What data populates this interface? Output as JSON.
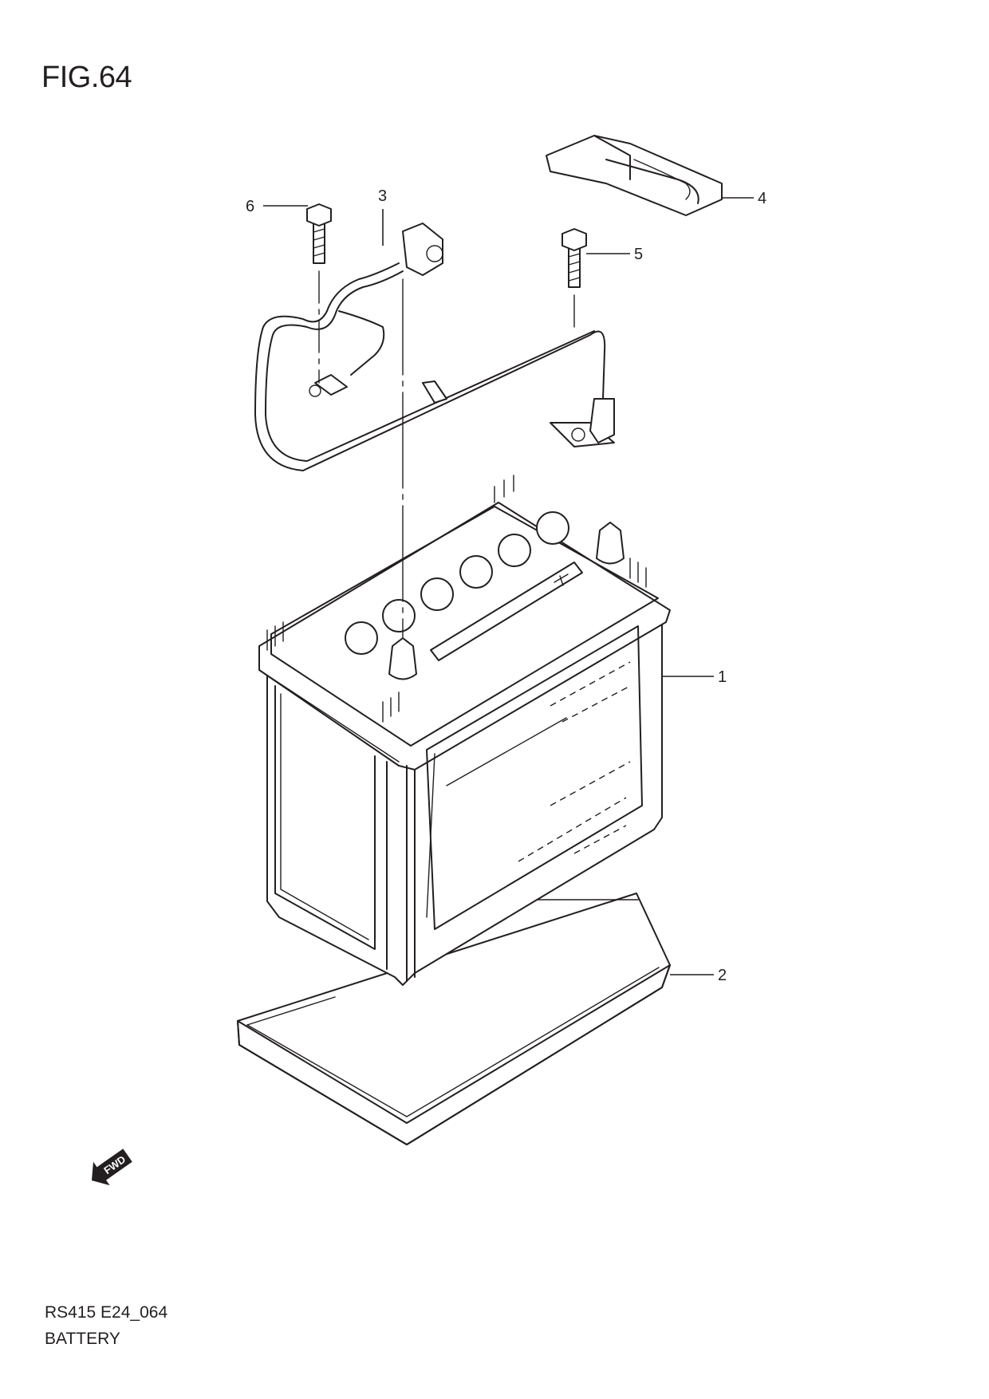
{
  "figure": {
    "title": "FIG.64"
  },
  "footer": {
    "model_code": "RS415 E24_064",
    "section": "BATTERY"
  },
  "callouts": [
    {
      "id": "battery",
      "ref": "1",
      "part": "battery"
    },
    {
      "id": "tray",
      "ref": "2",
      "part": "battery tray"
    },
    {
      "id": "cable",
      "ref": "3",
      "part": "battery cable"
    },
    {
      "id": "cover",
      "ref": "4",
      "part": "terminal cover"
    },
    {
      "id": "bolt-right",
      "ref": "5",
      "part": "bolt"
    },
    {
      "id": "bolt-left",
      "ref": "6",
      "part": "bolt"
    }
  ],
  "direction_badge": {
    "label": "FWD",
    "icon": "fwd-arrow-icon"
  }
}
